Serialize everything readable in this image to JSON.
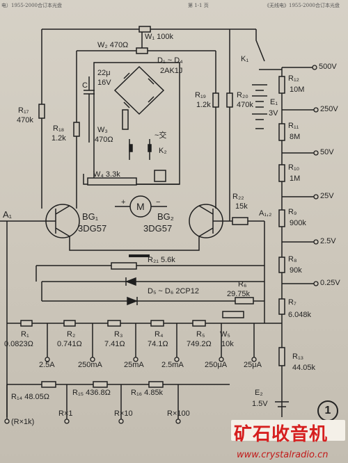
{
  "header": {
    "left": "电）1955-2000合订本光盘",
    "center": "第 1-1 页",
    "right": "《无线电》1955-2000合订本光盘"
  },
  "labels": {
    "w1": "W₁ 100k",
    "w2": "W₂ 470Ω",
    "d1d4": "D₁ ~ D₄",
    "diode_type": "2AK1J",
    "c_name": "C",
    "c_val": "22μ",
    "c_volt": "16V",
    "r19_name": "R₁₉",
    "r19_val": "1.2k",
    "r20_name": "R₂₀",
    "r20_val": "470k",
    "r17_name": "R₁₇",
    "r17_val": "470k",
    "r18_name": "R₁₈",
    "r18_val": "1.2k",
    "w3_name": "W₃",
    "w3_val": "470Ω",
    "k2_name": "K₂",
    "ac_sym": "~交",
    "w4": "W₄ 3.3k",
    "motor_plus": "+",
    "motor_minus": "−",
    "motor": "M",
    "bg1": "BG₁",
    "bg1_type": "3DG57",
    "bg2": "BG₂",
    "bg2_type": "3DG57",
    "a1": "A₁",
    "a2": "A₁,₂",
    "r22_name": "R₂₂",
    "r22_val": "15k",
    "r21": "R₂₁  5.6k",
    "d5d6": "D₅ ~ D₆  2CP12",
    "r6_name": "R₆",
    "r6_val": "29.75k",
    "k1": "K₁",
    "e1_name": "E₁",
    "e1_val": "3V",
    "v500": "500V",
    "v250": "250V",
    "v50": "50V",
    "v25": "25V",
    "v2_5": "2.5V",
    "v0_25": "0.25V",
    "r12_name": "R₁₂",
    "r12_val": "10M",
    "r11_name": "R₁₁",
    "r11_val": "8M",
    "r10_name": "R₁₀",
    "r10_val": "1M",
    "r9_name": "R₉",
    "r9_val": "900k",
    "r8_name": "R₈",
    "r8_val": "90k",
    "r7_name": "R₇",
    "r7_val": "6.048k",
    "r1_name": "R₁",
    "r1_val": "0.0823Ω",
    "r2_name": "R₂",
    "r2_val": "0.741Ω",
    "r3_name": "R₃",
    "r3_val": "7.41Ω",
    "r4_name": "R₄",
    "r4_val": "74.1Ω",
    "r5_name": "R₅",
    "r5_val": "749.2Ω",
    "w5_name": "W₅",
    "w5_val": "10k",
    "i2_5a": "2.5A",
    "i250ma": "250mA",
    "i25ma": "25mA",
    "i2_5ma": "2.5mA",
    "i250ua": "250μA",
    "i25ua": "25μA",
    "r13_name": "R₁₃",
    "r13_val": "44.05k",
    "e2_name": "E₂",
    "e2_val": "1.5V",
    "r14": "R₁₄  48.05Ω",
    "r15": "R₁₅  436.8Ω",
    "r16": "R₁₆  4.85k",
    "rx1k": "(R×1k)",
    "rx1": "R×1",
    "rx10": "R×10",
    "rx100": "R×100",
    "page_num": "1",
    "logo": "矿石收音机",
    "url": "www.crystalradio.cn"
  }
}
